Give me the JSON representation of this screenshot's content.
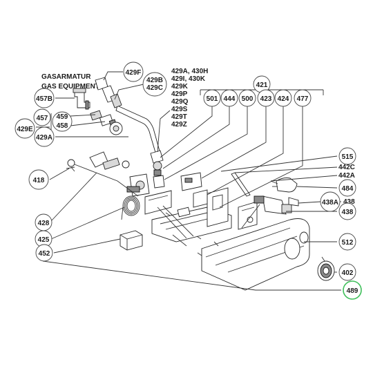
{
  "header": {
    "line1": "GASARMATUR",
    "line2": "GAS EQUIPMENT"
  },
  "labels": {
    "l429F": "429F",
    "l429B": "429B",
    "l429C": "429C",
    "l429A_430H": "429A, 430H",
    "l429I_430K": "429I, 430K",
    "l429K": "429K",
    "l429P": "429P",
    "l429Q": "429Q",
    "l429S": "429S",
    "l429T": "429T",
    "l429Z": "429Z",
    "l421": "421",
    "l501": "501",
    "l444": "444",
    "l500": "500",
    "l423": "423",
    "l424": "424",
    "l477": "477",
    "l457B": "457B",
    "l457": "457",
    "l459": "459",
    "l458": "458",
    "l429E": "429E",
    "l429A": "429A",
    "l418": "418",
    "l515": "515",
    "l442C": "442C",
    "l442A": "442A",
    "l484": "484",
    "l438A": "438A",
    "l438a": "438",
    "l438b": "438",
    "l428": "428",
    "l425": "425",
    "l452": "452",
    "l512": "512",
    "l402": "402",
    "l489": "489"
  },
  "colors": {
    "highlight_ring": "#3fbf5a",
    "line": "#333333",
    "part_fill_dark": "#8a8a8a"
  }
}
